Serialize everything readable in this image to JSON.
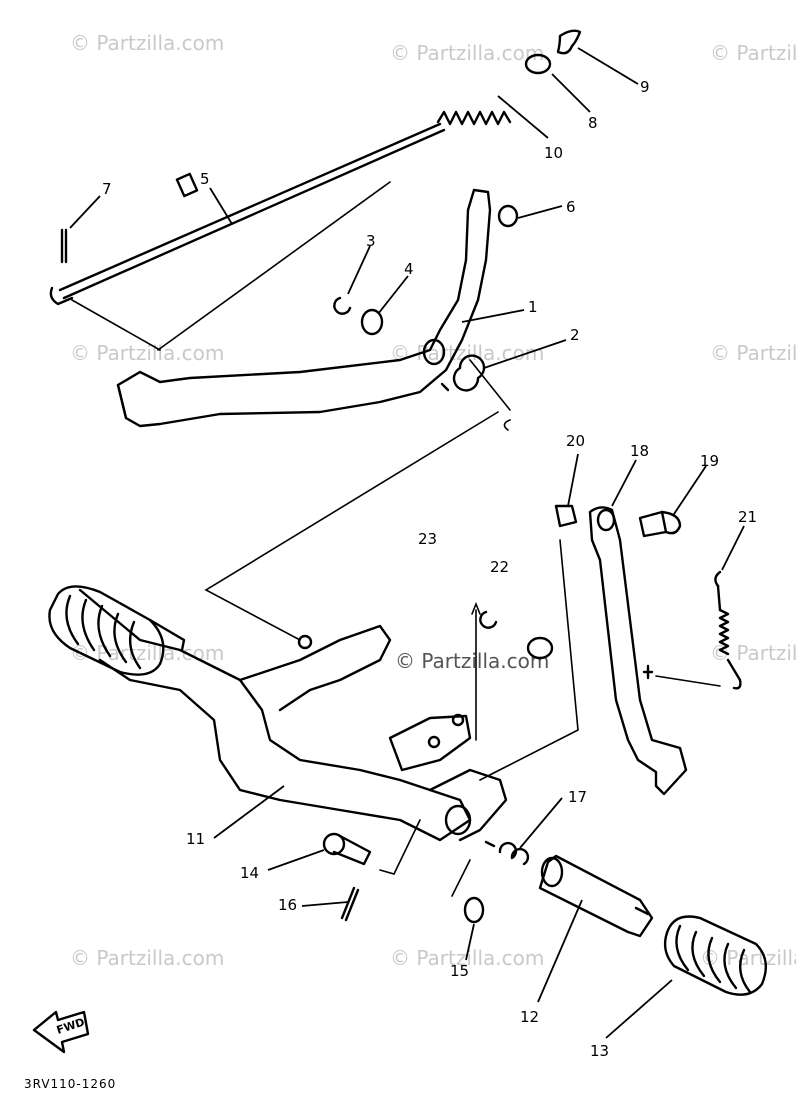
{
  "watermark": "© Partzilla.com",
  "diagram_code": "3RV110-1260",
  "direction_label": "FWD",
  "callouts": [
    "1",
    "2",
    "3",
    "4",
    "5",
    "6",
    "7",
    "8",
    "9",
    "10",
    "11",
    "12",
    "13",
    "14",
    "15",
    "16",
    "17",
    "18",
    "19",
    "20",
    "21",
    "22",
    "23"
  ]
}
